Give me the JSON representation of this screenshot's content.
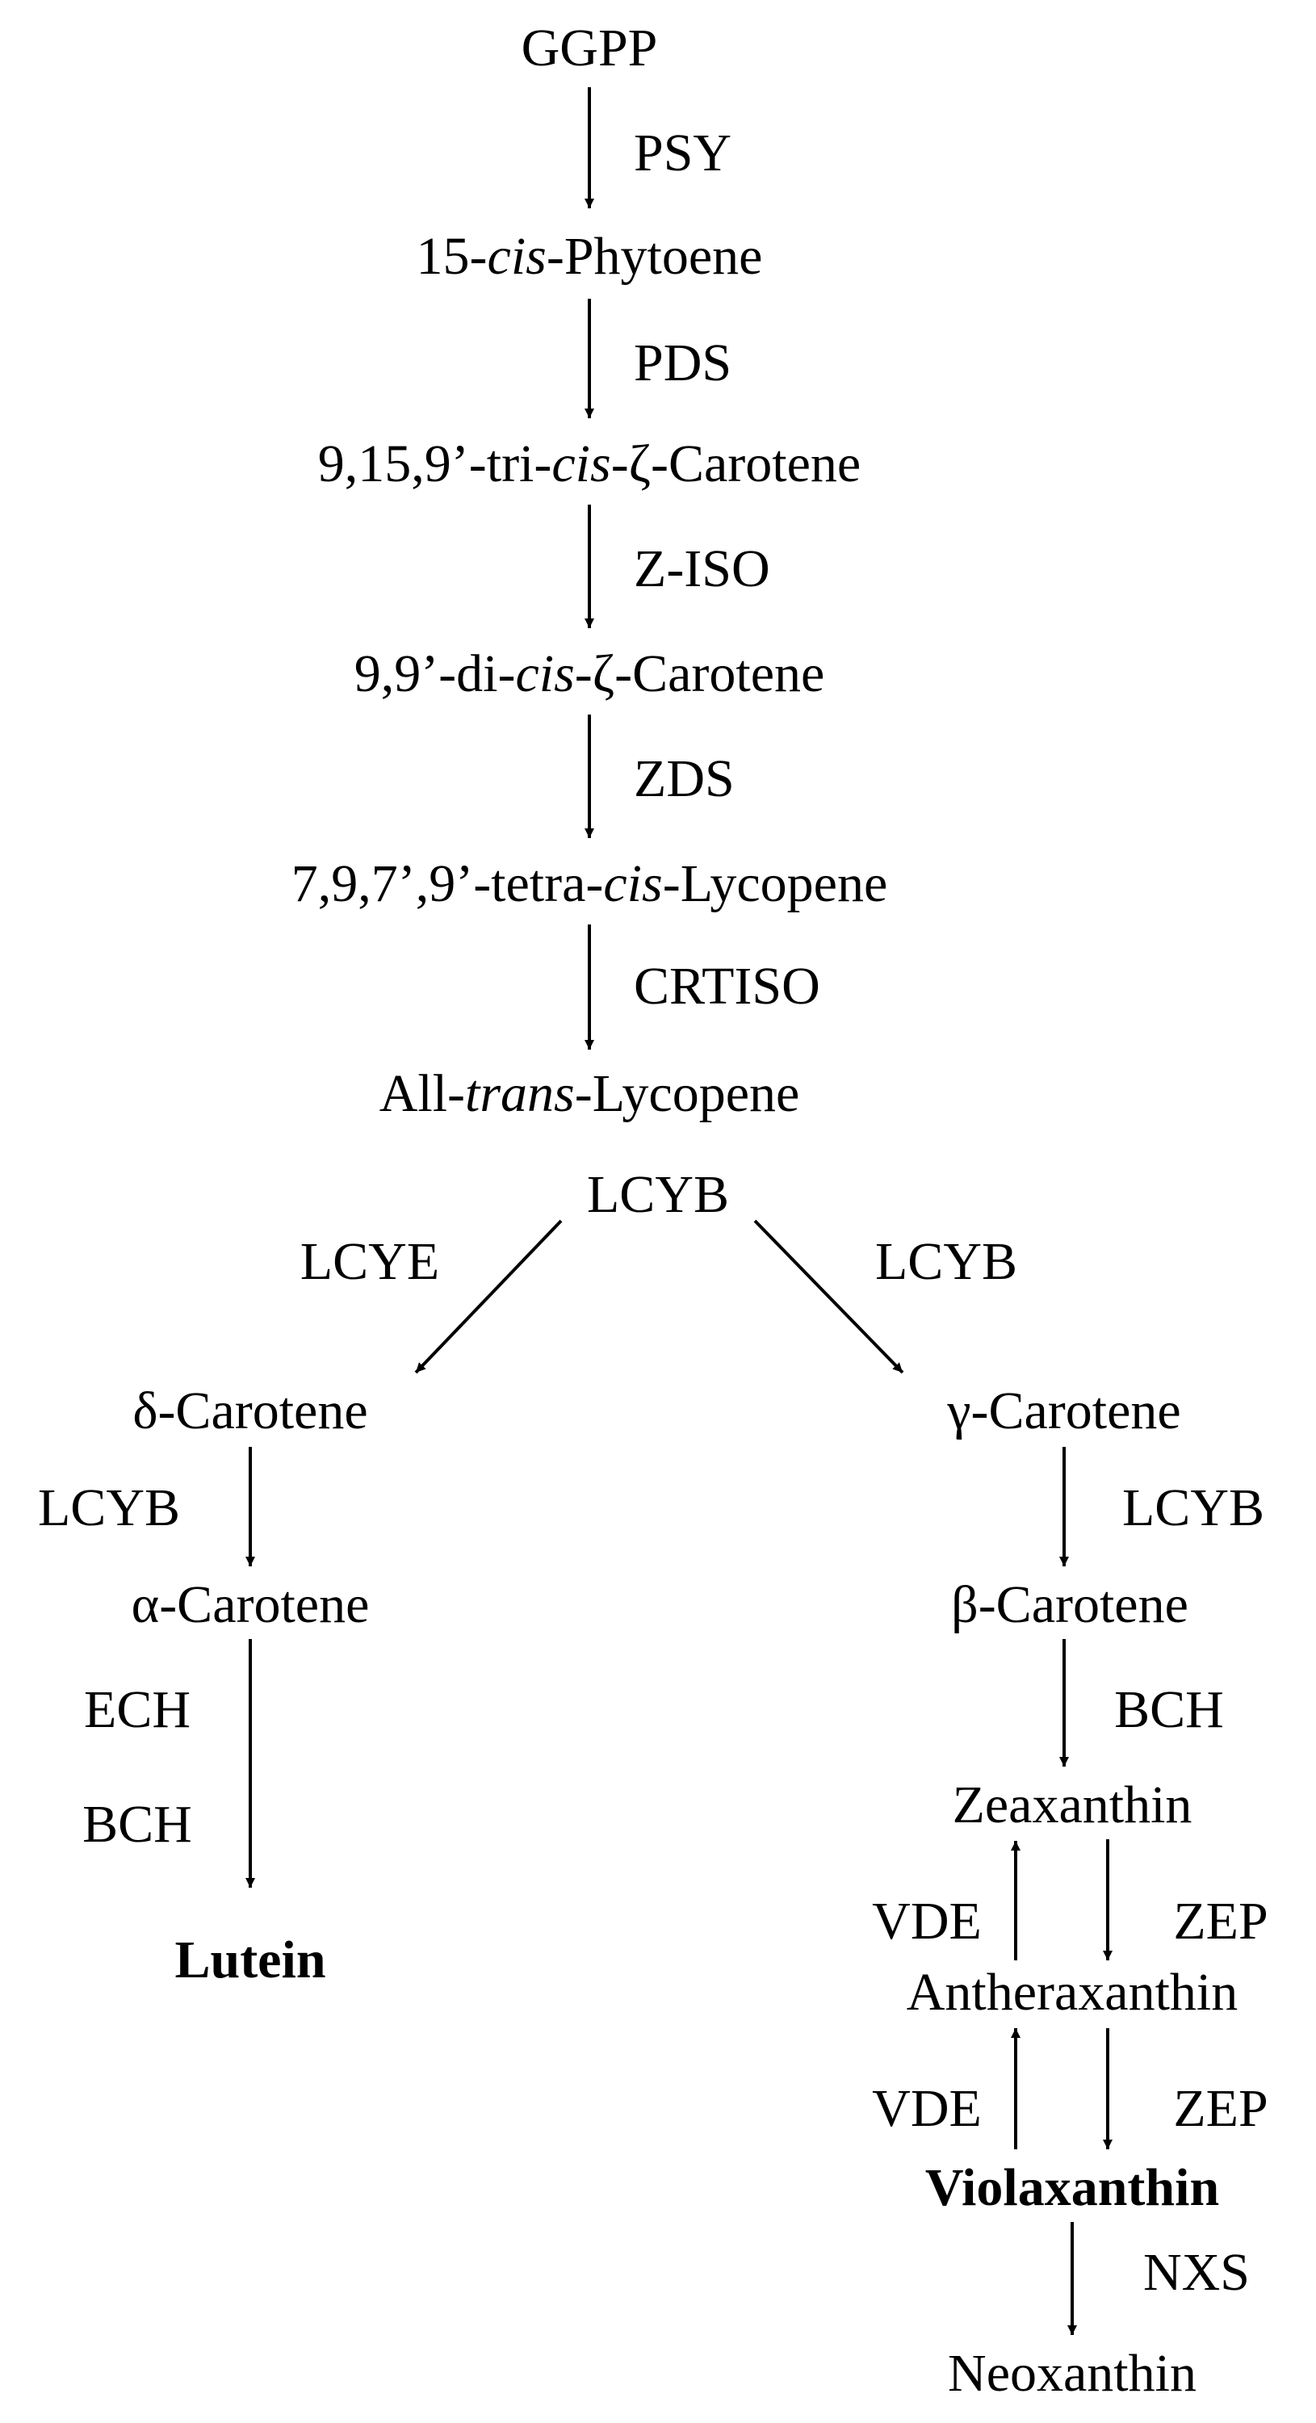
{
  "diagram": {
    "line_color": "#000000",
    "compounds": {
      "ggpp": "GGPP",
      "phytoene": {
        "a": "15-",
        "b": "cis",
        "c": "-Phytoene"
      },
      "tri_cis_zeta": {
        "a": "9,15,9’-tri-",
        "b": "cis",
        "c": "-ζ-Carotene"
      },
      "di_cis_zeta": {
        "a": "9,9’-di-",
        "b": "cis",
        "c": "-ζ-Carotene"
      },
      "tetra_cis_lycopene": {
        "a": "7,9,7’,9’-tetra-",
        "b": "cis",
        "c": "-Lycopene"
      },
      "all_trans_lycopene": {
        "a": "All-",
        "b": "trans",
        "c": "-Lycopene"
      },
      "delta_carotene": "δ-Carotene",
      "gamma_carotene": "γ-Carotene",
      "alpha_carotene": "α-Carotene",
      "beta_carotene": "β-Carotene",
      "lutein": "Lutein",
      "zeaxanthin": "Zeaxanthin",
      "antheraxanthin": "Antheraxanthin",
      "violaxanthin": "Violaxanthin",
      "neoxanthin": "Neoxanthin"
    },
    "enzymes": {
      "psy": "PSY",
      "pds": "PDS",
      "z_iso": "Z-ISO",
      "zds": "ZDS",
      "crtiso": "CRTISO",
      "lcyb_top": "LCYB",
      "lcye": "LCYE",
      "lcyb_right": "LCYB",
      "lcyb_left": "LCYB",
      "lcyb_gamma": "LCYB",
      "ech": "ECH",
      "bch_left": "BCH",
      "bch_right": "BCH",
      "vde_1": "VDE",
      "zep_1": "ZEP",
      "vde_2": "VDE",
      "zep_2": "ZEP",
      "nxs": "NXS"
    }
  }
}
